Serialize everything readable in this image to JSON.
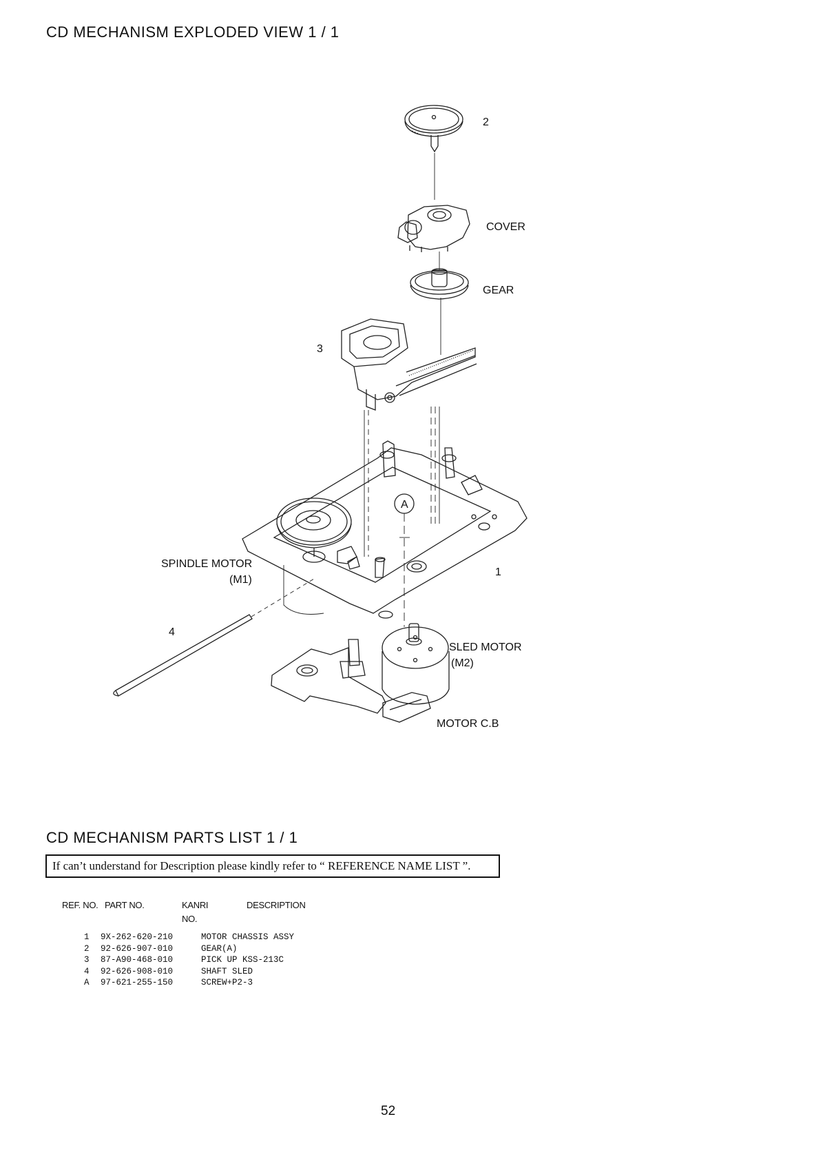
{
  "exploded_view": {
    "title": "CD MECHANISM EXPLODED VIEW 1 / 1",
    "labels": {
      "part2": "2",
      "cover": "COVER",
      "gear": "GEAR",
      "part3": "3",
      "circle_a": "A",
      "spindle_motor": "SPINDLE MOTOR",
      "spindle_m1": "(M1)",
      "part1": "1",
      "part4": "4",
      "sled_motor": "SLED MOTOR",
      "sled_m2": "(M2)",
      "motor_cb": "MOTOR C.B"
    }
  },
  "parts_list": {
    "title": "CD MECHANISM PARTS LIST 1 / 1",
    "notice": "If can’t understand for Description please kindly refer to “ REFERENCE NAME LIST ”.",
    "headers": {
      "ref": "REF. NO.",
      "part": "PART NO.",
      "kanri": "KANRI",
      "kanri_no": "NO.",
      "desc": "DESCRIPTION"
    },
    "rows": [
      {
        "ref": "1",
        "part": "9X-262-620-210",
        "desc": "MOTOR CHASSIS ASSY"
      },
      {
        "ref": "2",
        "part": "92-626-907-010",
        "desc": "GEAR(A)"
      },
      {
        "ref": "3",
        "part": "87-A90-468-010",
        "desc": "PICK UP KSS-213C"
      },
      {
        "ref": "4",
        "part": "92-626-908-010",
        "desc": "SHAFT SLED"
      },
      {
        "ref": "A",
        "part": "97-621-255-150",
        "desc": "SCREW+P2-3"
      }
    ]
  },
  "page_number": "52"
}
